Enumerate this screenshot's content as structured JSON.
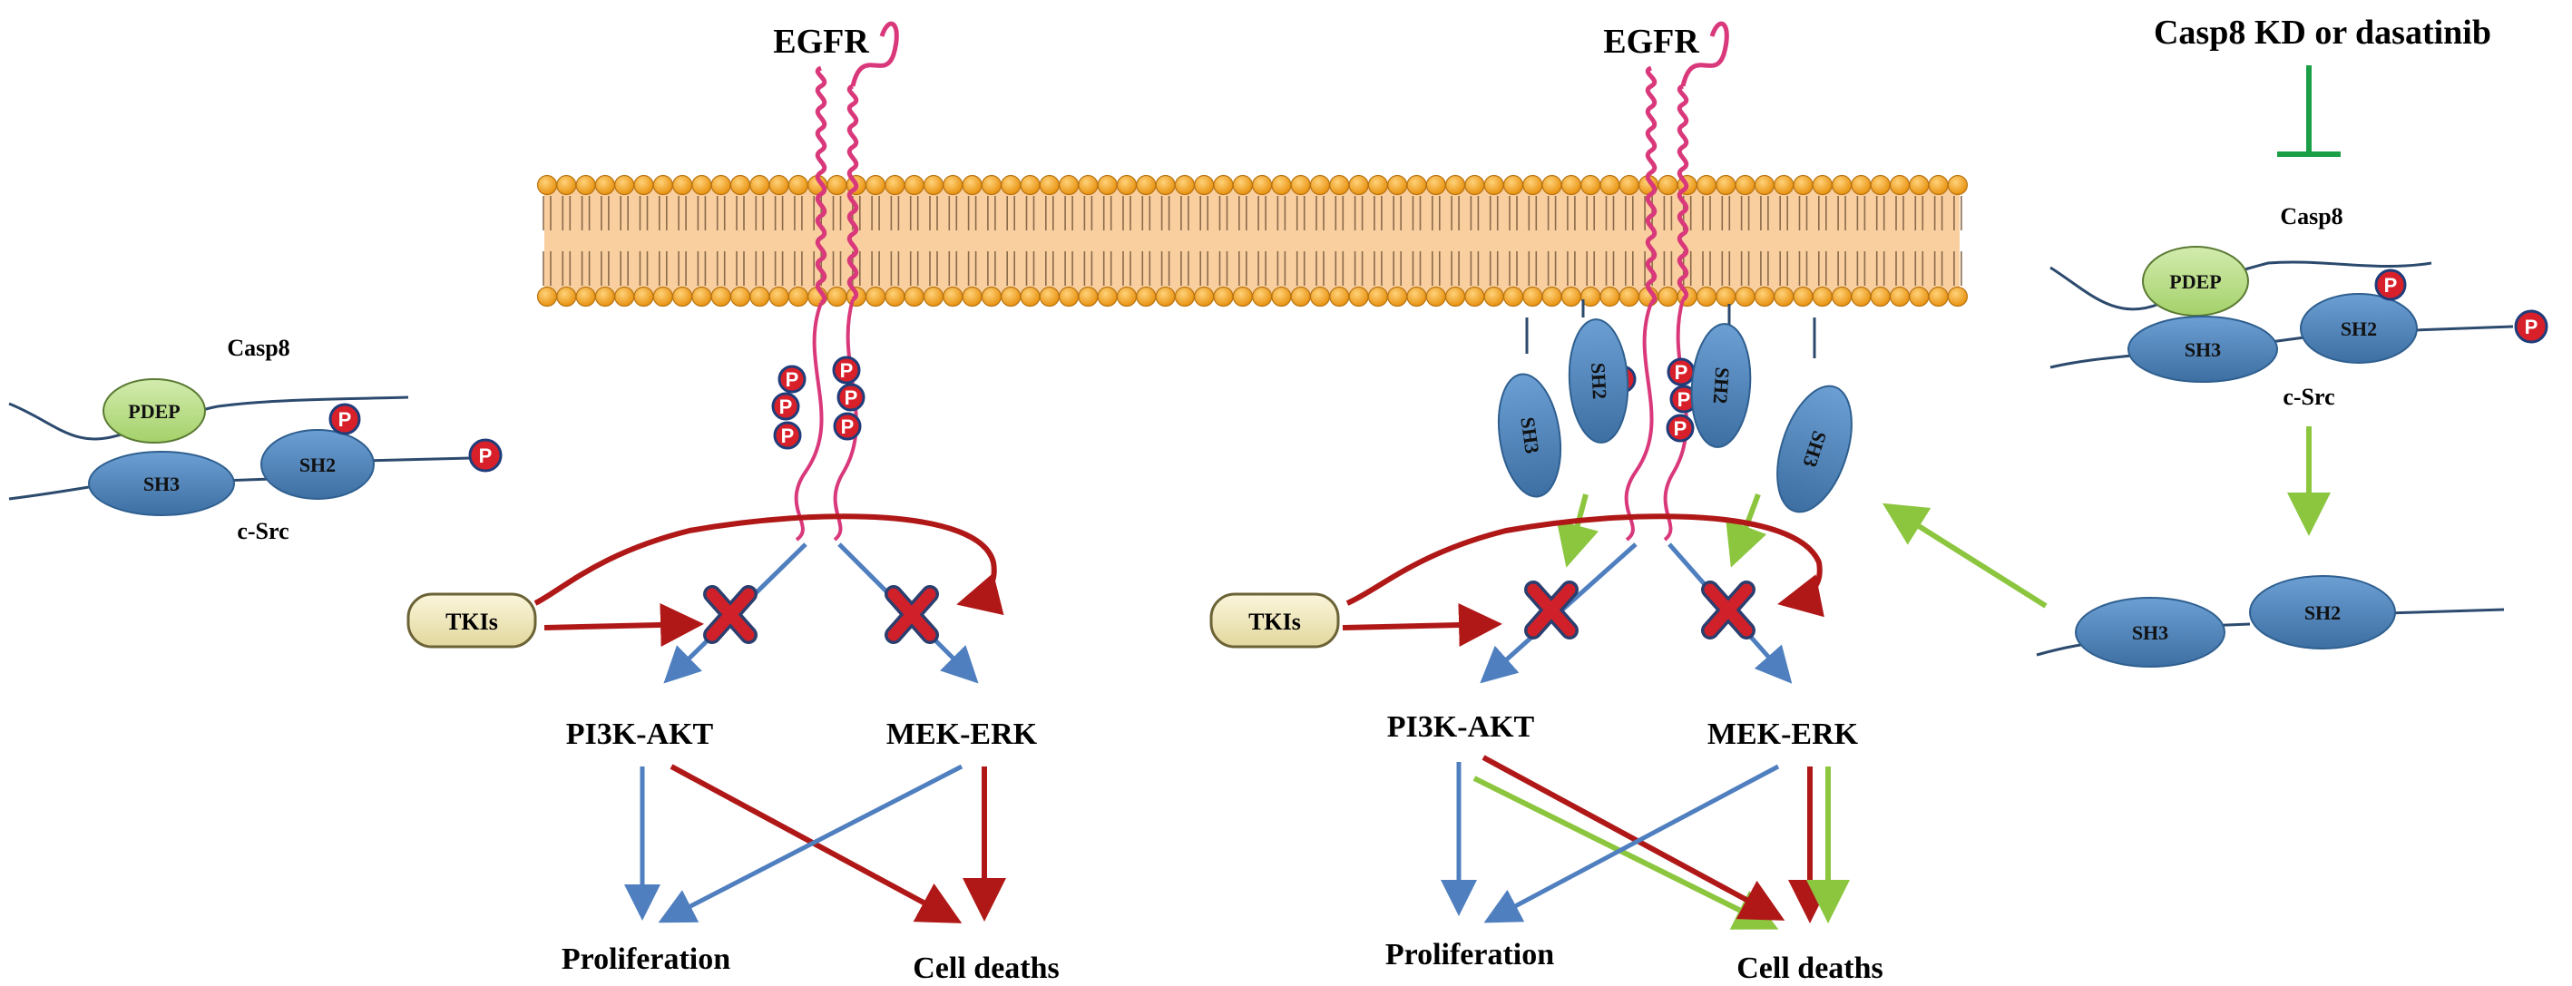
{
  "colors": {
    "lipid_head": "#f0a21c",
    "lipid_core": "#f9cfa0",
    "egfr_helix": "#d9387a",
    "domain_blue": "#4f86bd",
    "domain_blue_dark": "#2f5f8f",
    "pdep_green": "#bde08a",
    "phospho_red": "#d8202a",
    "inhibit_red": "#b01818",
    "arrow_blue": "#4f7fbf",
    "arrow_green": "#8cc63f",
    "block_green": "#1a9e46",
    "tki_pill": "#f2ebc2"
  },
  "panel_left": {
    "receptor_label": "EGFR",
    "drug_label": "TKIs",
    "pathway_a": "PI3K-AKT",
    "pathway_b": "MEK-ERK",
    "outcome_a": "Proliferation",
    "outcome_b": "Cell deaths"
  },
  "panel_right": {
    "receptor_label": "EGFR",
    "drug_label": "TKIs",
    "pathway_a": "PI3K-AKT",
    "pathway_b": "MEK-ERK",
    "outcome_a": "Proliferation",
    "outcome_b": "Cell deaths"
  },
  "complex_left": {
    "top_label": "Casp8",
    "pdep": "PDEP",
    "sh3": "SH3",
    "sh2": "SH2",
    "bottom_label": "c-Src",
    "phospho": "P"
  },
  "complex_right": {
    "inhibitor_label": "Casp8 KD or dasatinib",
    "top_label": "Casp8",
    "pdep": "PDEP",
    "sh3": "SH3",
    "sh2": "SH2",
    "bottom_label": "c-Src",
    "phospho": "P"
  },
  "free_src": {
    "sh3": "SH3",
    "sh2": "SH2"
  },
  "membrane_domains": {
    "sh3": "SH3",
    "sh2": "SH2"
  },
  "phospho_symbol": "P"
}
